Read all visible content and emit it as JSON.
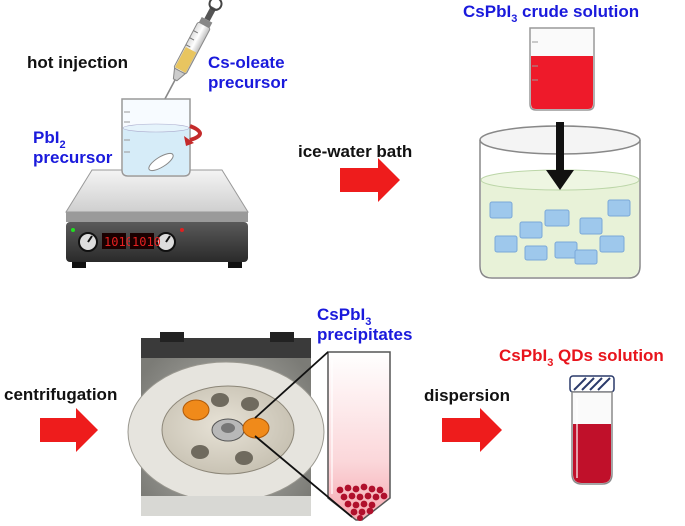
{
  "labels": {
    "hot_injection": "hot injection",
    "cs_oleate_line1": "Cs-oleate",
    "cs_oleate_line2": "precursor",
    "pbi2_pre": "PbI",
    "pbi2_sub": "2",
    "pbi2_line2": "precursor",
    "ice_water_bath": "ice-water bath",
    "crude_pre": "CsPbI",
    "crude_sub": "3",
    "crude_post": " crude solution",
    "centrifugation": "centrifugation",
    "precip_pre": "CsPbI",
    "precip_sub": "3",
    "precip_line2": "precipitates",
    "dispersion": "dispersion",
    "qds_pre": "CsPbI",
    "qds_sub": "3",
    "qds_post": " QDs solution",
    "hotplate_display_1": "1010",
    "hotplate_display_2": "1010"
  },
  "colors": {
    "blue_text": "#1a1adc",
    "red_text": "#e8141c",
    "arrow_red": "#ee1c1c",
    "crude_solution": "#ee1a2a",
    "qds_solution": "#c0102a",
    "ice_bath_water": "#e8f2d8",
    "ice_cubes": "#9ec8ec",
    "precipitates": "#b0102c"
  },
  "icons": [
    "syringe-icon",
    "beaker-icon",
    "hotplate-icon",
    "stir-arrow-icon",
    "down-arrow-icon",
    "centrifuge-icon",
    "vial-icon"
  ]
}
